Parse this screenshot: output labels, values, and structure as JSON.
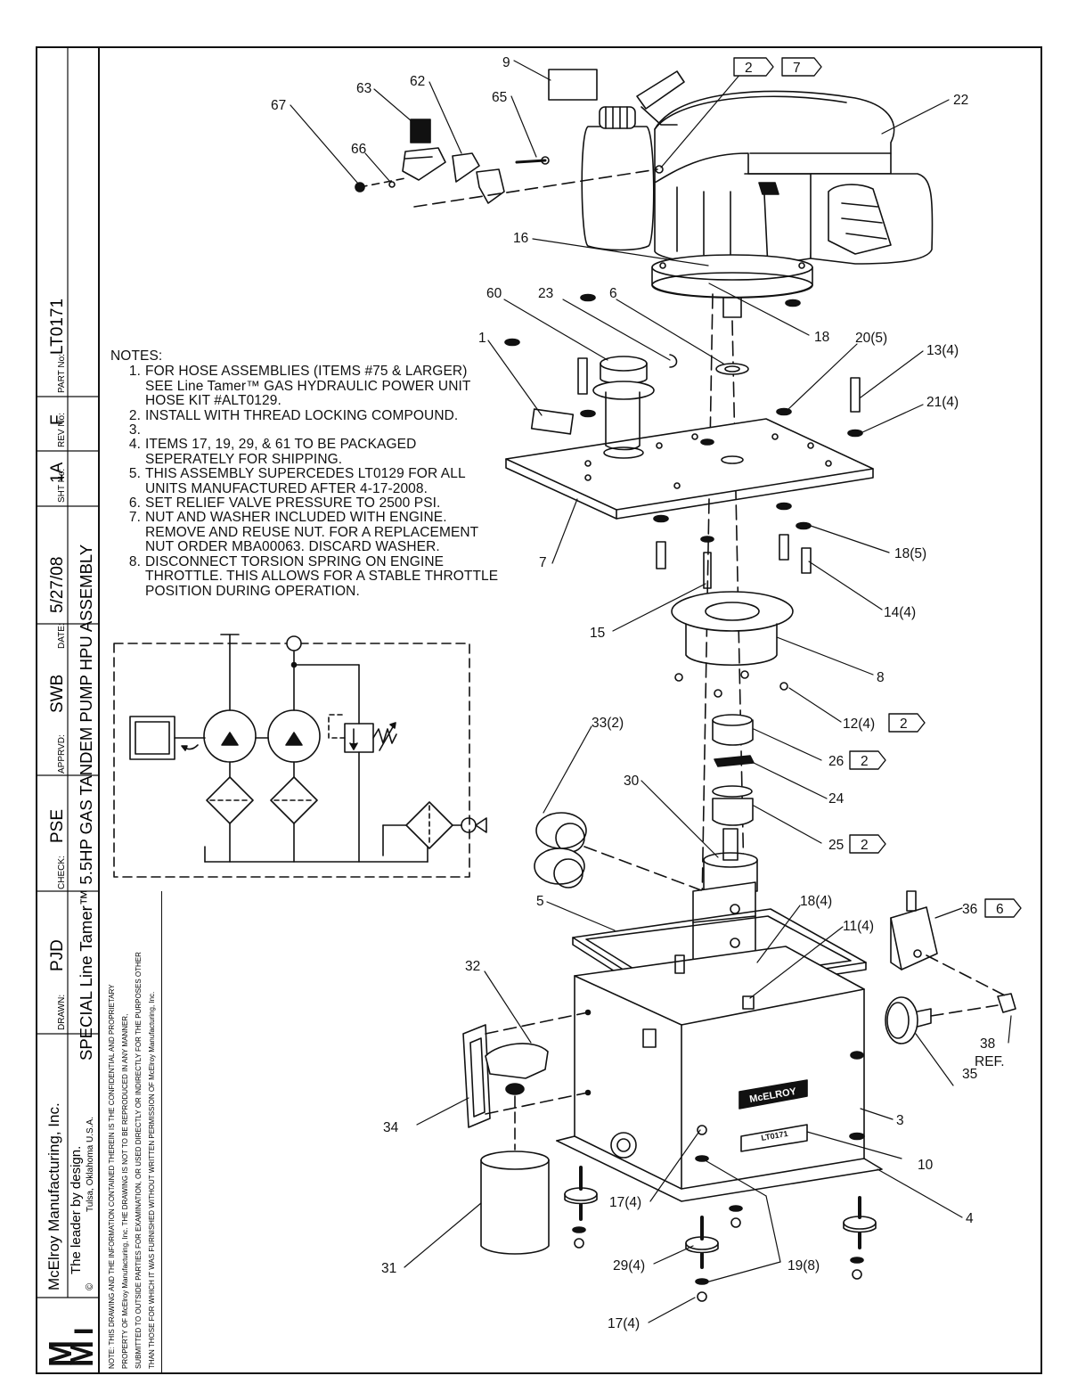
{
  "title_block": {
    "part_label": "PART No:",
    "part_value": "LT0171",
    "rev_label": "REV No:",
    "rev_value": "F",
    "sht_label": "SHT No:",
    "sht_value": "1A",
    "date_label": "DATE:",
    "date_value": "5/27/08",
    "apprvd_label": "APPRVD:",
    "apprvd_value": "SWB",
    "check_label": "CHECK:",
    "check_value": "PSE",
    "drawn_label": "DRAWN:",
    "drawn_value": "PJD",
    "drawing_title": "SPECIAL Line Tamer™ 5.5HP GAS TANDEM PUMP HPU ASSEMBLY",
    "company": "McElroy Manufacturing, Inc.",
    "tagline": "The leader by design.",
    "location": "Tulsa, Oklahoma U.S.A.",
    "copyright": "©",
    "logo_text": "MMI"
  },
  "proprietary_note": [
    "NOTE: THIS DRAWING AND THE INFORMATION CONTAINED THEREIN IS THE CONFIDENTIAL AND PROPRIETARY",
    "PROPERTY OF McElroy Manufacturing, Inc. THE DRAWING IS NOT TO BE REPRODUCED IN ANY MANNER,",
    "SUBMITTED TO OUTSIDE PARTIES FOR EXAMINATION, OR USED DIRECTLY OR INDIRECTLY FOR THE PURPOSES OTHER",
    "THAN THOSE FOR WHICH IT WAS FURNISHED WITHOUT WRITTEN PERMISSION OF McElroy Manufacturing, Inc."
  ],
  "notes": {
    "heading": "NOTES:",
    "items": [
      {
        "num": "1.",
        "lines": [
          "FOR HOSE ASSEMBLIES (ITEMS #75 & LARGER)",
          "SEE Line Tamer™ GAS HYDRAULIC POWER UNIT",
          "HOSE KIT #ALT0129."
        ]
      },
      {
        "num": "2.",
        "lines": [
          "INSTALL WITH THREAD LOCKING COMPOUND."
        ]
      },
      {
        "num": "3.",
        "lines": [
          ""
        ]
      },
      {
        "num": "4.",
        "lines": [
          "ITEMS 17, 19, 29, & 61 TO BE PACKAGED",
          "SEPERATELY FOR SHIPPING."
        ]
      },
      {
        "num": "5.",
        "lines": [
          "THIS ASSEMBLY SUPERCEDES LT0129 FOR ALL",
          "UNITS MANUFACTURED AFTER 4-17-2008."
        ]
      },
      {
        "num": "6.",
        "lines": [
          "SET RELIEF VALVE PRESSURE TO 2500 PSI."
        ]
      },
      {
        "num": "7.",
        "lines": [
          "NUT AND WASHER INCLUDED WITH ENGINE.",
          "REMOVE AND REUSE NUT.  FOR A REPLACEMENT",
          "NUT ORDER MBA00063.  DISCARD WASHER."
        ]
      },
      {
        "num": "8.",
        "lines": [
          "DISCONNECT TORSION SPRING ON ENGINE",
          "THROTTLE.  THIS ALLOWS FOR A STABLE THROTTLE",
          "POSITION DURING OPERATION."
        ]
      }
    ]
  },
  "callouts": {
    "c9": "9",
    "c63": "63",
    "c62": "62",
    "c65": "65",
    "c67": "67",
    "c66": "66",
    "c22": "22",
    "c16": "16",
    "c18": "18",
    "c60": "60",
    "c23": "23",
    "c6": "6",
    "c1": "1",
    "c20": "20(5)",
    "c13": "13(4)",
    "c21": "21(4)",
    "c7": "7",
    "c18b": "18(5)",
    "c14": "14(4)",
    "c15": "15",
    "c8": "8",
    "c12": "12(4)",
    "c26": "26",
    "c24": "24",
    "c25": "25",
    "c33": "33(2)",
    "c30": "30",
    "c5": "5",
    "c18c": "18(4)",
    "c11": "11(4)",
    "c36": "36",
    "c32": "32",
    "c38a": "38",
    "c38b": "REF.",
    "c35": "35",
    "c34": "34",
    "c3": "3",
    "c10": "10",
    "c4": "4",
    "c17a": "17(4)",
    "c29": "29(4)",
    "c19": "19(8)",
    "c31": "31",
    "c17b": "17(4)"
  },
  "flags": {
    "f2top": "2",
    "f7top": "7",
    "f12": "2",
    "f26": "2",
    "f25": "2",
    "f36": "6"
  },
  "plates": {
    "brand": "McELROY",
    "part": "LT0171"
  }
}
